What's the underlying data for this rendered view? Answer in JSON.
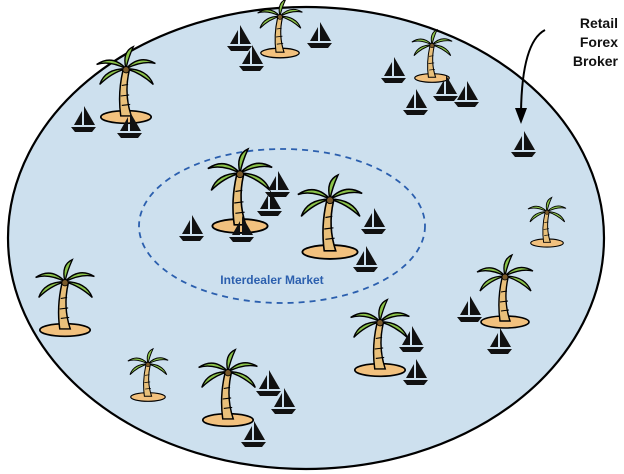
{
  "diagram": {
    "inner_label": "Interdealer Market",
    "callout_lines": [
      "Retail",
      "Forex",
      "Broker"
    ],
    "icons": [
      "palm-island-icon",
      "sailboat-icon",
      "callout-arrow-icon"
    ]
  },
  "colors": {
    "sea": "#cde0ee",
    "outline": "#000000",
    "dashed_ring": "#2b5fae",
    "inner_label": "#2b5fae",
    "sand": "#f2c17e",
    "trunk": "#e9c07a",
    "leaf": "#8bc34a",
    "boat": "#111111"
  }
}
